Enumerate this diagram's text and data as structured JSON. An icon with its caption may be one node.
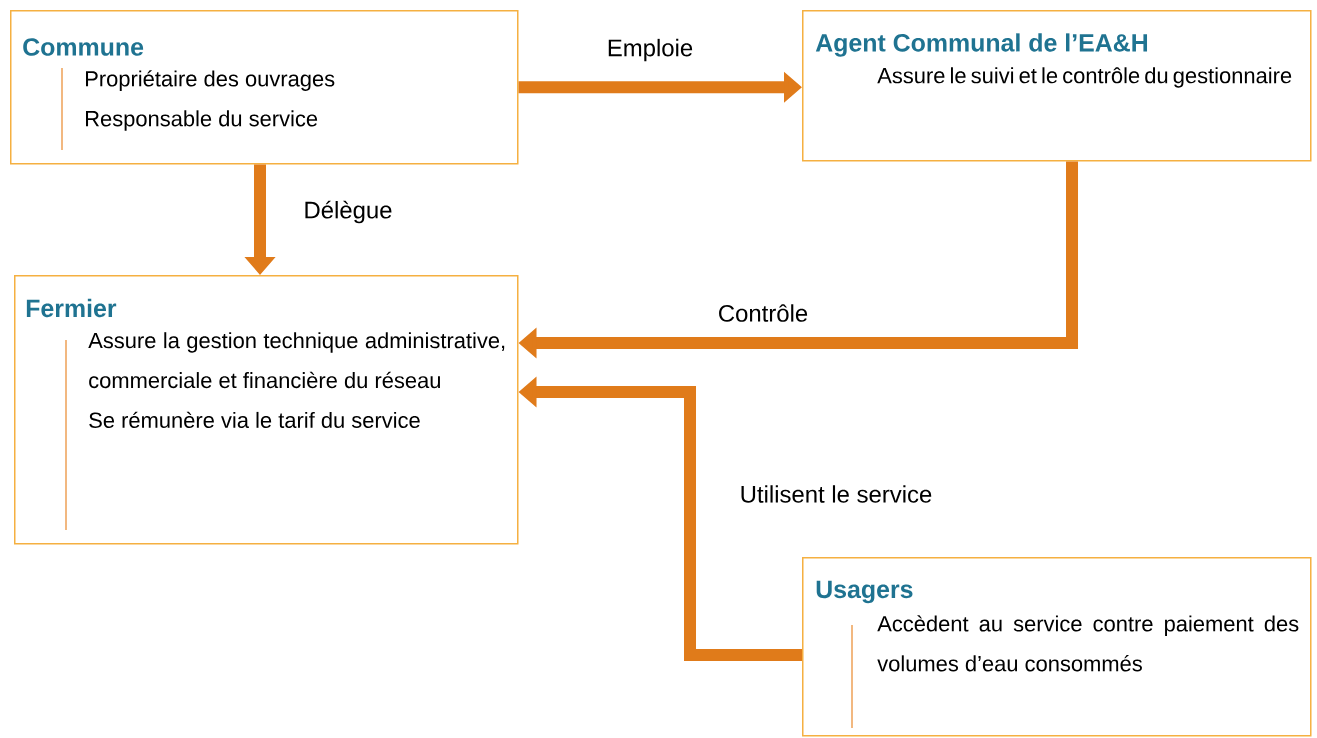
{
  "diagram": {
    "nodes": [
      {
        "text": [
          "Commune",
          "Propriétaire des ouvrages",
          "Responsable du service"
        ]
      },
      {
        "text": [
          "Agent Communal de l’EA&H",
          "Assure le suivi et le contrôle du gestionnaire"
        ]
      },
      {
        "text": [
          "Fermier",
          "Assure la gestion technique administrative, commerciale et financière du réseau",
          "Se rémunère via le tarif du service"
        ]
      },
      {
        "text": [
          "Usagers",
          "Accèdent au service contre paiement des volumes d’eau consommés"
        ]
      }
    ],
    "edges": [
      {
        "from": 0,
        "to": 1,
        "arrow": "to",
        "label": "Emploie"
      },
      {
        "from": 0,
        "to": 2,
        "arrow": "to",
        "label": "Délègue"
      },
      {
        "from": 1,
        "to": 2,
        "arrow": "to",
        "label": "Contrôle"
      },
      {
        "from": 3,
        "to": 2,
        "arrow": "to",
        "label": "Utilisent le service"
      }
    ]
  }
}
